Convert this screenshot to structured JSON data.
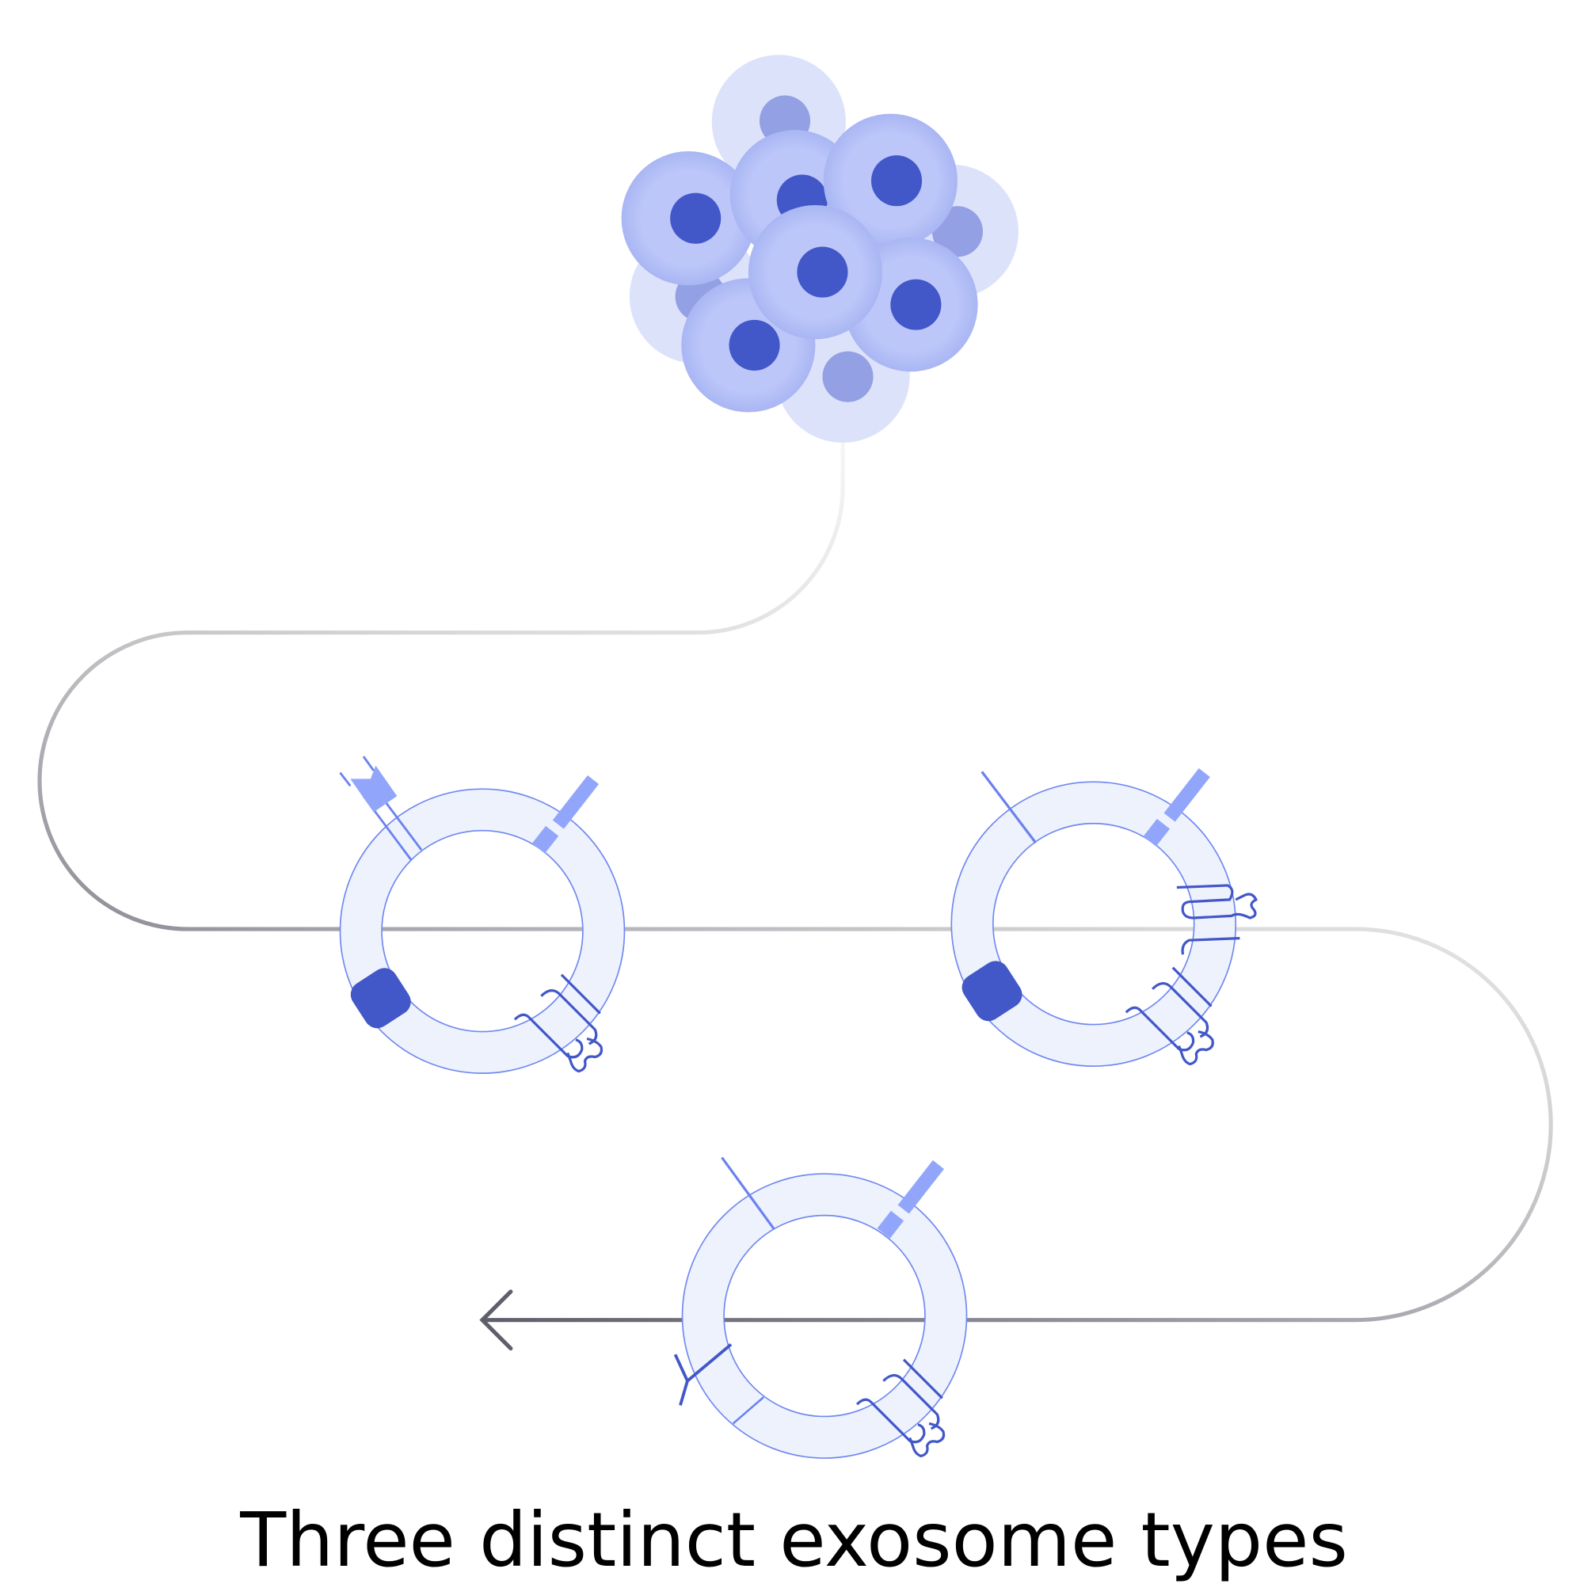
{
  "title": "Three distinct exosome types",
  "colors": {
    "cell_light": "#dde2fb",
    "cell_light_nucleus": "#93a0e3",
    "cell": "#b8c3f8",
    "nucleus": "#4257c8",
    "membrane_fill": "#eef2fd",
    "membrane_stroke": "#7088f0",
    "protein_light": "#91a6fb",
    "protein_dark": "#4257c8",
    "path_start": "#f4f4f4",
    "path_end": "#5f5f6b"
  },
  "exosomes": [
    {
      "name": "exosome-type-1"
    },
    {
      "name": "exosome-type-2"
    },
    {
      "name": "exosome-type-3"
    }
  ]
}
